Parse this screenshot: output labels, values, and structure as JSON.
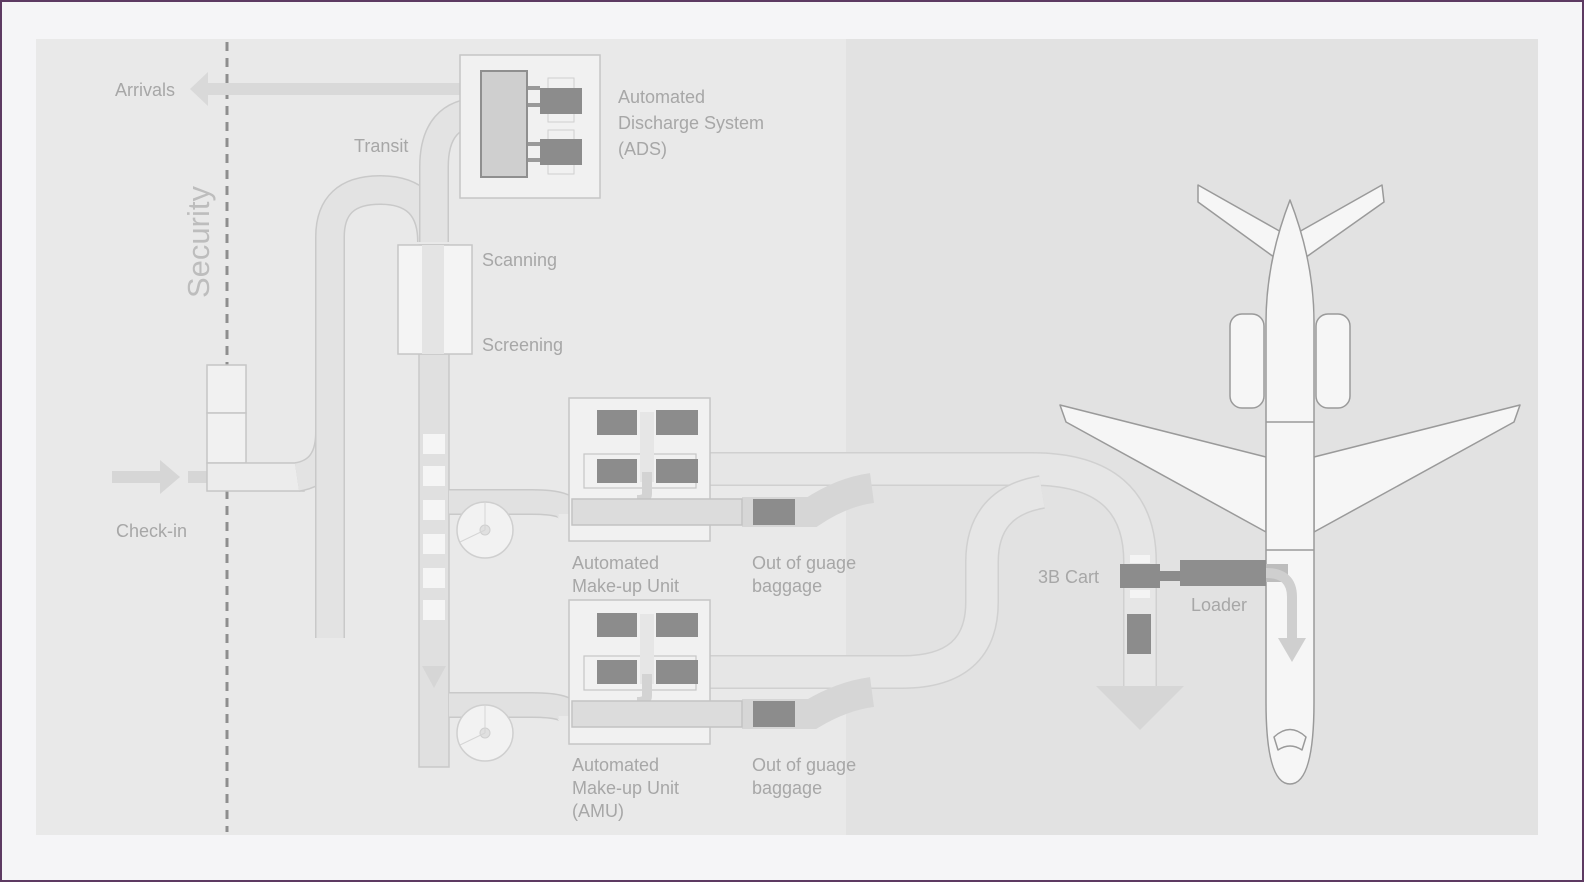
{
  "labels": {
    "arrivals": "Arrivals",
    "transit": "Transit",
    "security": "Security",
    "check_in": "Check-in",
    "scanning": "Scanning",
    "screening": "Screening",
    "ads": [
      "Automated",
      "Discharge System",
      "(ADS)"
    ],
    "amu_top": [
      "Automated",
      "Make-up Unit"
    ],
    "amu_bottom": [
      "Automated",
      "Make-up Unit",
      "(AMU)"
    ],
    "oog_top": [
      "Out of guage",
      "baggage"
    ],
    "oog_bottom": [
      "Out of guage",
      "baggage"
    ],
    "cart": "3B Cart",
    "loader": "Loader"
  },
  "colors": {
    "left_panel": "#e9e9e9",
    "right_panel": "#e2e2e2",
    "conveyor_fill": "#e1e1e1",
    "conveyor_edge": "#c9c9c9",
    "box_fill": "#f1f1f1",
    "dark_block": "#8c8c8c",
    "arrow": "#d6d6d6",
    "text": "#a7a7a7",
    "dashed_line": "#8e8e8e"
  },
  "icons": [
    "airplane-icon",
    "arrow-left-icon",
    "arrow-right-icon",
    "arrow-down-icon",
    "carousel-icon"
  ]
}
